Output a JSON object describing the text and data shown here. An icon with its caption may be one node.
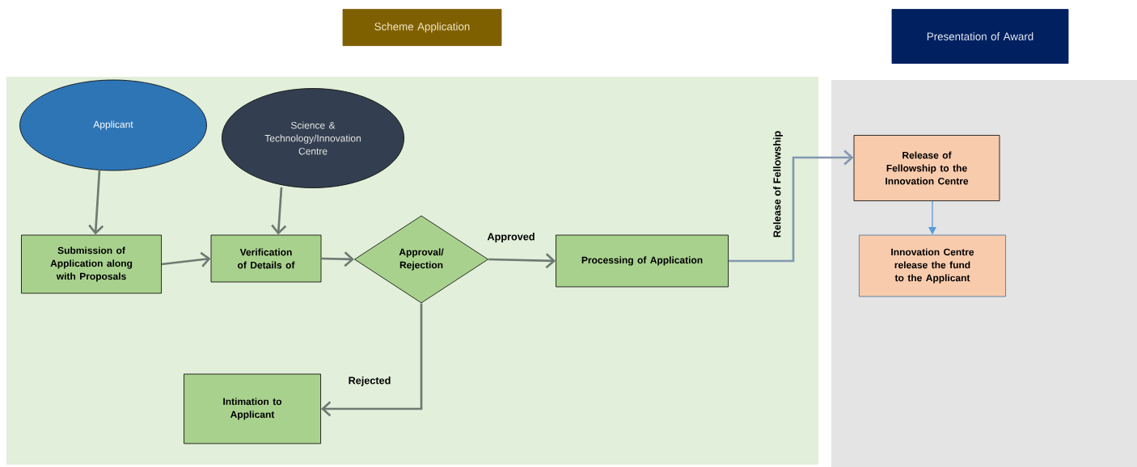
{
  "diagram": {
    "nodes": [
      {
        "text": [
          "Scheme Application"
        ]
      },
      {
        "text": [
          "Presentation of Award"
        ]
      },
      {
        "text": [
          "Applicant"
        ]
      },
      {
        "text": [
          "Science & Technology/Innovation Centre"
        ]
      },
      {
        "text": [
          "Submission of Application along with Proposals"
        ]
      },
      {
        "text": [
          "Verification of Details of"
        ]
      },
      {
        "text": [
          "Approval/ Rejection"
        ]
      },
      {
        "text": [
          "Processing of Application"
        ]
      },
      {
        "text": [
          "Intimation to Applicant"
        ]
      },
      {
        "text": [
          "Release of Fellowship to the Innovation Centre"
        ]
      },
      {
        "text": [
          "Innovation Centre release the fund to the Applicant"
        ]
      }
    ],
    "edges": [
      {
        "from": 2,
        "to": 4,
        "arrow": "to"
      },
      {
        "from": 3,
        "to": 5,
        "arrow": "to"
      },
      {
        "from": 4,
        "to": 5,
        "arrow": "to"
      },
      {
        "from": 5,
        "to": 6,
        "arrow": "to"
      },
      {
        "from": 6,
        "to": 7,
        "arrow": "to",
        "label": "Approved"
      },
      {
        "from": 6,
        "to": 8,
        "arrow": "to",
        "label": "Rejected"
      },
      {
        "from": 7,
        "to": 9,
        "arrow": "to",
        "label": "Release of Fellowship",
        "color": "#8497b0"
      },
      {
        "from": 9,
        "to": 10,
        "arrow": "to",
        "color": "#5b9bd5"
      }
    ]
  }
}
